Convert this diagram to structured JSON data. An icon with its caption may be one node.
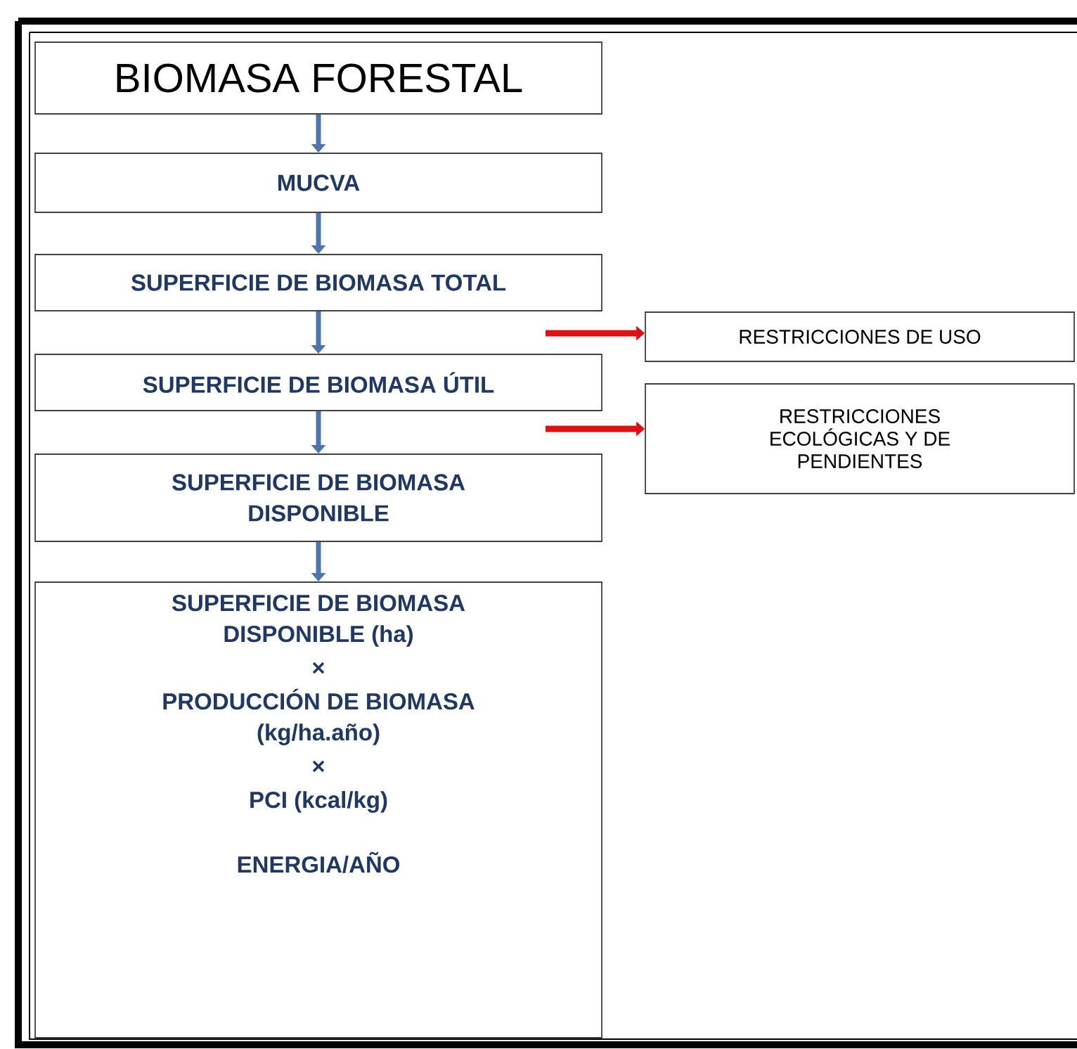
{
  "diagram": {
    "nodes": [
      {
        "text": [
          "BIOMASA FORESTAL"
        ]
      },
      {
        "text": [
          "MUCVA"
        ]
      },
      {
        "text": [
          "SUPERFICIE DE BIOMASA TOTAL"
        ]
      },
      {
        "text": [
          "SUPERFICIE DE BIOMASA ÚTIL"
        ]
      },
      {
        "text": [
          "SUPERFICIE DE BIOMASA DISPONIBLE"
        ]
      },
      {
        "text": [
          "SUPERFICIE DE BIOMASA DISPONIBLE (ha)",
          "×",
          "PRODUCCIÓN DE BIOMASA (kg/ha.año)",
          "×",
          "PCI (kcal/kg)",
          "ENERGIA/AÑO"
        ]
      },
      {
        "text": [
          "RESTRICCIONES DE USO"
        ]
      },
      {
        "text": [
          "RESTRICCIONES ECOLÓGICAS Y DE PENDIENTES"
        ]
      }
    ],
    "edges": [
      {
        "from": 0,
        "to": 1,
        "arrow": "to"
      },
      {
        "from": 1,
        "to": 2,
        "arrow": "to"
      },
      {
        "from": 2,
        "to": 3,
        "arrow": "to"
      },
      {
        "from": 3,
        "to": 4,
        "arrow": "to"
      },
      {
        "from": 4,
        "to": 5,
        "arrow": "to"
      },
      {
        "from": null,
        "to": 6,
        "arrow": "to",
        "color": "#e01010"
      },
      {
        "from": null,
        "to": 7,
        "arrow": "to",
        "color": "#e01010"
      }
    ]
  }
}
